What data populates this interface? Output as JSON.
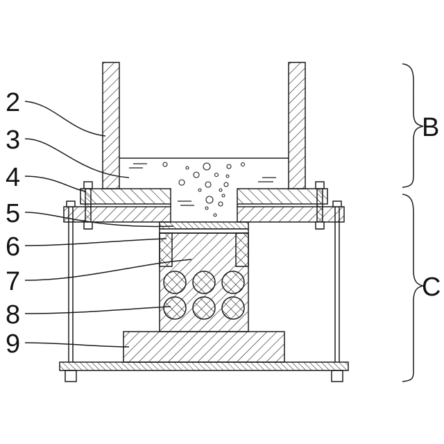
{
  "labels": {
    "l2": "2",
    "l3": "3",
    "l4": "4",
    "l5": "5",
    "l6": "6",
    "l7": "7",
    "l8": "8",
    "l9": "9",
    "section_b": "B",
    "section_c": "C"
  },
  "colors": {
    "line": "#1a1a1a",
    "background": "#ffffff"
  }
}
